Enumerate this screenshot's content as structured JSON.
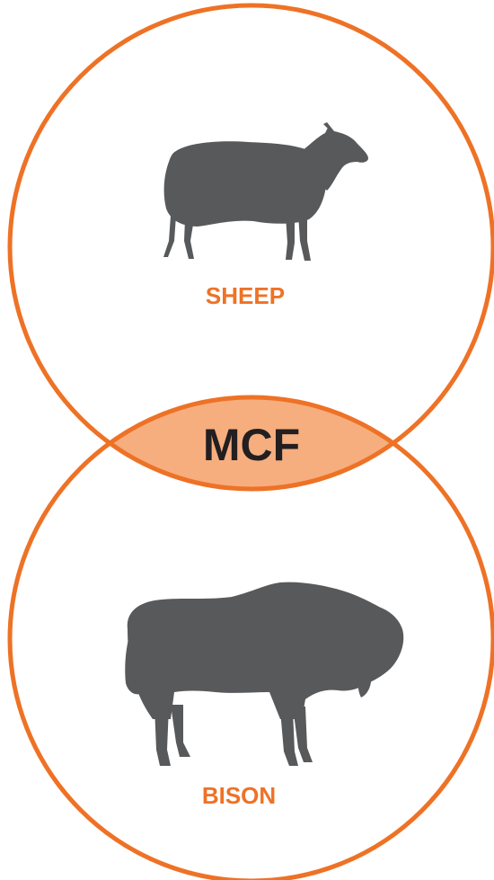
{
  "diagram": {
    "top_set": {
      "label": "SHEEP",
      "icon": "sheep-silhouette-icon"
    },
    "bottom_set": {
      "label": "BISON",
      "icon": "bison-silhouette-icon"
    },
    "intersection": {
      "label": "MCF"
    }
  },
  "colors": {
    "circle_stroke": "#EE7226",
    "intersection_fill": "#F6AE7F",
    "set_label": "#EE7226",
    "intersection_label": "#231F20",
    "silhouette": "#58595B",
    "background": "#FFFFFF"
  }
}
